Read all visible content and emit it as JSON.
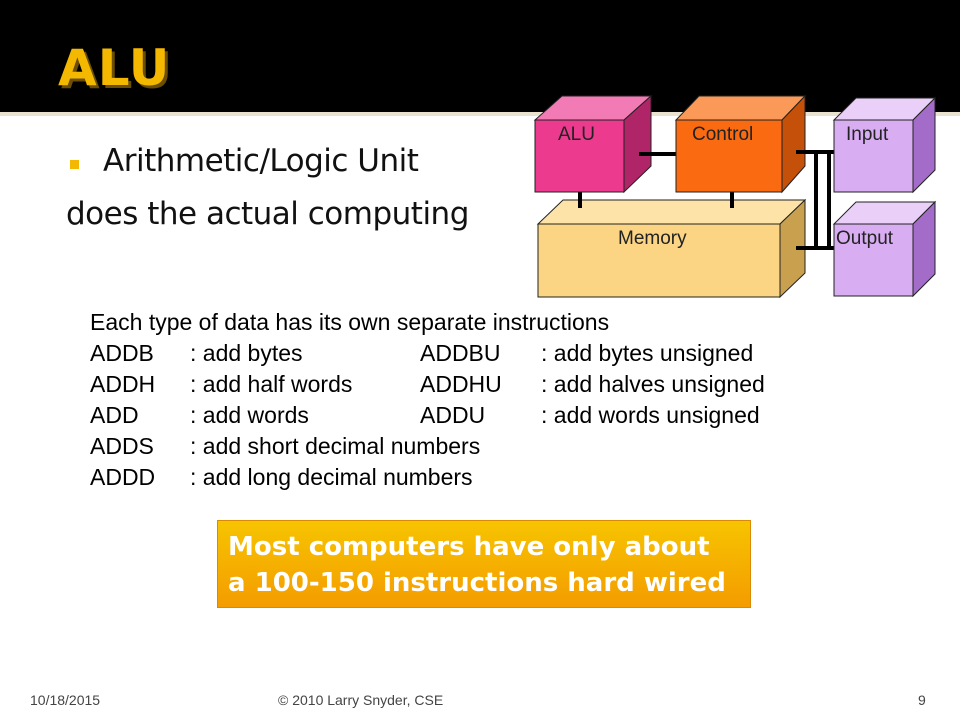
{
  "slide": {
    "title": "ALU",
    "bullet": "Arithmetic/Logic Unit",
    "line2": "does the actual computing"
  },
  "diagram": {
    "alu": "ALU",
    "control": "Control",
    "input": "Input",
    "memory": "Memory",
    "output": "Output"
  },
  "instructions": {
    "heading": "Each type of data has its own separate instructions",
    "rows": [
      {
        "op1": "ADDB",
        "desc1": ": add bytes",
        "op2": "ADDBU",
        "desc2": ": add bytes unsigned"
      },
      {
        "op1": "ADDH",
        "desc1": ": add half words",
        "op2": "ADDHU",
        "desc2": ": add halves unsigned"
      },
      {
        "op1": "ADD",
        "desc1": ": add words",
        "op2": "ADDU",
        "desc2": ": add words unsigned"
      },
      {
        "op1": "ADDS",
        "desc1": ": add short decimal numbers"
      },
      {
        "op1": "ADDD",
        "desc1": ": add long decimal numbers"
      }
    ]
  },
  "callout": {
    "line1": "Most computers have only about",
    "line2": "a 100-150 instructions hard wired"
  },
  "footer": {
    "date": "10/18/2015",
    "copyright": "© 2010 Larry Snyder, CSE",
    "page": "9"
  },
  "colors": {
    "title": "#f5b800",
    "alu": "#ec3a8e",
    "control": "#fa6a10",
    "io": "#d9adf2",
    "memory": "#fbd583",
    "callout": "#f5a800"
  }
}
